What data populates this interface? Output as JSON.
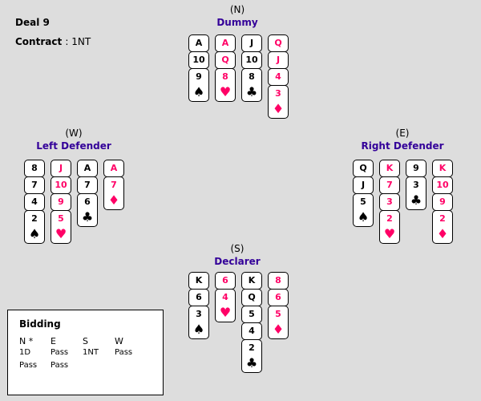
{
  "deal_label": "Deal 9",
  "contract_label": "Contract",
  "contract_value": ": 1NT",
  "colors": {
    "red": "#ff0066",
    "black": "#000000",
    "seat_name": "#330099"
  },
  "seats": {
    "north": {
      "pos": "(N)",
      "name": "Dummy",
      "suits": [
        {
          "suit": "spade",
          "symbol": "♠",
          "ranks": [
            "A",
            "10",
            "9"
          ]
        },
        {
          "suit": "heart",
          "symbol": "♥",
          "ranks": [
            "A",
            "Q",
            "8"
          ]
        },
        {
          "suit": "club",
          "symbol": "♣",
          "ranks": [
            "J",
            "10",
            "8"
          ]
        },
        {
          "suit": "diamond",
          "symbol": "♦",
          "ranks": [
            "Q",
            "J",
            "4",
            "3"
          ]
        }
      ]
    },
    "west": {
      "pos": "(W)",
      "name": "Left Defender",
      "suits": [
        {
          "suit": "spade",
          "symbol": "♠",
          "ranks": [
            "8",
            "7",
            "4",
            "2"
          ]
        },
        {
          "suit": "heart",
          "symbol": "♥",
          "ranks": [
            "J",
            "10",
            "9",
            "5"
          ]
        },
        {
          "suit": "club",
          "symbol": "♣",
          "ranks": [
            "A",
            "7",
            "6"
          ]
        },
        {
          "suit": "diamond",
          "symbol": "♦",
          "ranks": [
            "A",
            "7"
          ]
        }
      ]
    },
    "east": {
      "pos": "(E)",
      "name": "Right Defender",
      "suits": [
        {
          "suit": "spade",
          "symbol": "♠",
          "ranks": [
            "Q",
            "J",
            "5"
          ]
        },
        {
          "suit": "heart",
          "symbol": "♥",
          "ranks": [
            "K",
            "7",
            "3",
            "2"
          ]
        },
        {
          "suit": "club",
          "symbol": "♣",
          "ranks": [
            "9",
            "3"
          ]
        },
        {
          "suit": "diamond",
          "symbol": "♦",
          "ranks": [
            "K",
            "10",
            "9",
            "2"
          ]
        }
      ]
    },
    "south": {
      "pos": "(S)",
      "name": "Declarer",
      "suits": [
        {
          "suit": "spade",
          "symbol": "♠",
          "ranks": [
            "K",
            "6",
            "3"
          ]
        },
        {
          "suit": "heart",
          "symbol": "♥",
          "ranks": [
            "6",
            "4"
          ]
        },
        {
          "suit": "club",
          "symbol": "♣",
          "ranks": [
            "K",
            "Q",
            "5",
            "4",
            "2"
          ]
        },
        {
          "suit": "diamond",
          "symbol": "♦",
          "ranks": [
            "8",
            "6",
            "5"
          ]
        }
      ]
    }
  },
  "bidding": {
    "title": "Bidding",
    "headers": [
      "N *",
      "E",
      "S",
      "W"
    ],
    "rows": [
      [
        "1D",
        "Pass",
        "1NT",
        "Pass"
      ],
      [
        "Pass",
        "Pass",
        "",
        ""
      ]
    ]
  }
}
